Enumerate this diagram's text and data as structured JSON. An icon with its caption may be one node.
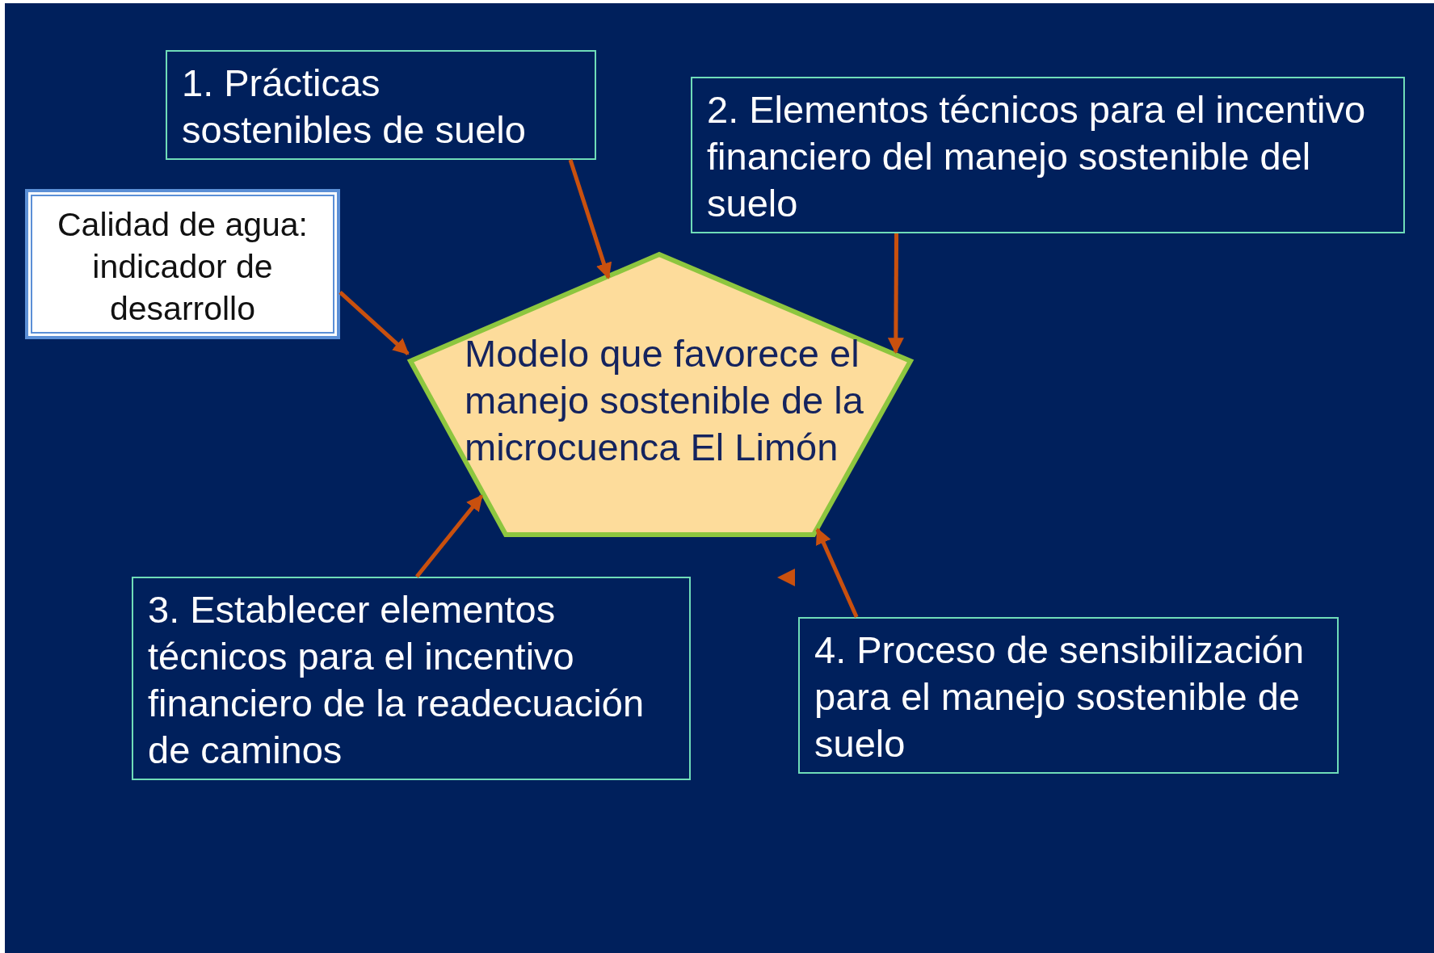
{
  "diagram": {
    "nodes": [
      {
        "text": [
          "1. Prácticas sostenibles de suelo"
        ]
      },
      {
        "text": [
          "2. Elementos técnicos para el incentivo financiero del manejo sostenible del suelo"
        ]
      },
      {
        "text": [
          "Calidad de agua: indicador de desarrollo"
        ]
      },
      {
        "text": [
          "Modelo que favorece el manejo sostenible de la microcuenca El Limón"
        ]
      },
      {
        "text": [
          "3. Establecer elementos técnicos para el incentivo financiero de la readecuación de caminos"
        ]
      },
      {
        "text": [
          "4. Proceso de sensibilización para el manejo sostenible de suelo"
        ]
      }
    ],
    "edges": [
      {
        "from": 0,
        "to": 3,
        "arrow": "to"
      },
      {
        "from": 1,
        "to": 3,
        "arrow": "to"
      },
      {
        "from": 2,
        "to": 3,
        "arrow": "to"
      },
      {
        "from": 4,
        "to": 3,
        "arrow": "to"
      },
      {
        "from": 5,
        "to": 3,
        "arrow": "to"
      }
    ]
  }
}
